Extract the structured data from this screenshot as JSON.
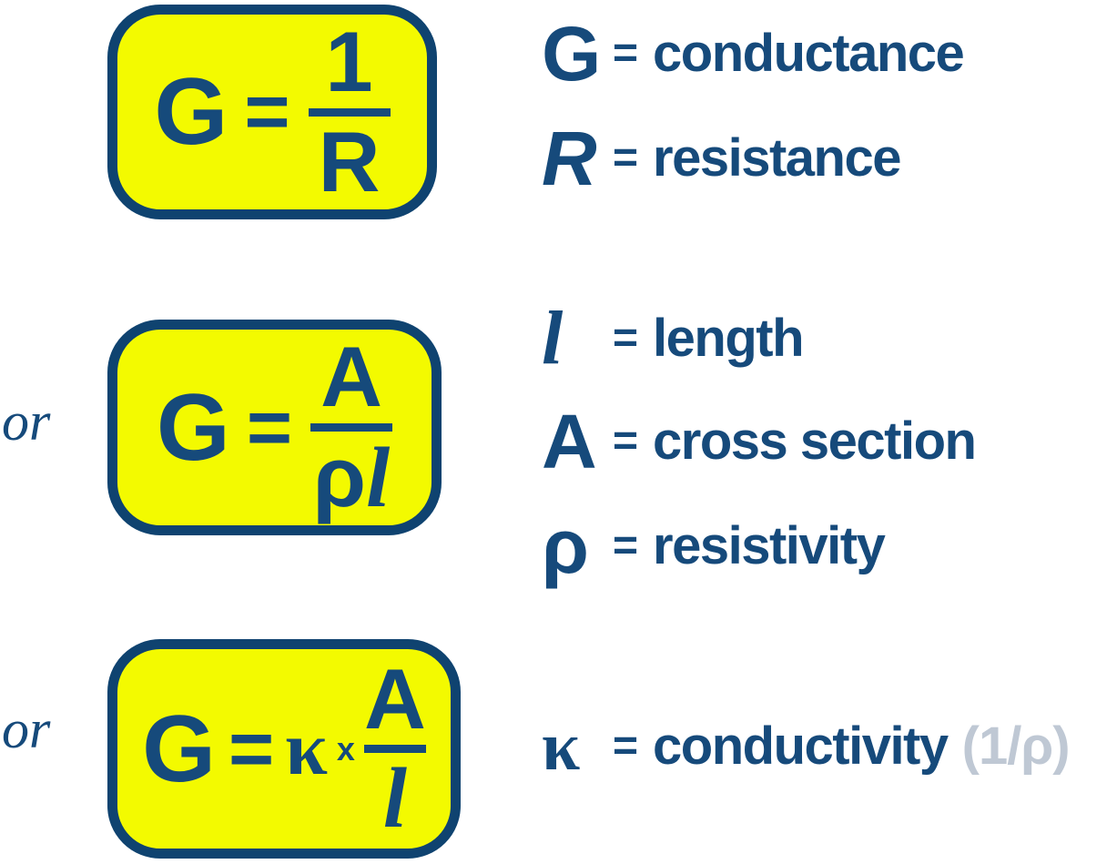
{
  "colors": {
    "navy_text": "#164A7B",
    "navy_border": "#0F4370",
    "box_fill_yellow": "#F3FA00",
    "note_gray": "#BFC8D4",
    "background": "#FFFFFF"
  },
  "connectors": [
    "or",
    "or"
  ],
  "formulas": [
    {
      "lhs": "G",
      "equals": "=",
      "fraction": {
        "numerator": "1",
        "denominator": "R"
      }
    },
    {
      "lhs": "G",
      "equals": "=",
      "fraction": {
        "numerator": "A",
        "denominator_rho": "ρ",
        "denominator_length": "l"
      }
    },
    {
      "lhs": "G",
      "equals": "=",
      "kappa": "κ",
      "multiply": "x",
      "fraction": {
        "numerator": "A",
        "denominator": "l"
      }
    }
  ],
  "legend": [
    {
      "symbol": "G",
      "equals": "=",
      "definition": "conductance"
    },
    {
      "symbol": "R",
      "equals": "=",
      "definition": "resistance"
    },
    {
      "symbol": "l",
      "equals": "=",
      "definition": "length"
    },
    {
      "symbol": "A",
      "equals": "=",
      "definition": "cross section"
    },
    {
      "symbol": "ρ",
      "equals": "=",
      "definition": "resistivity"
    },
    {
      "symbol": "κ",
      "equals": "=",
      "definition": "conductivity",
      "note": "(1/ρ)"
    }
  ]
}
